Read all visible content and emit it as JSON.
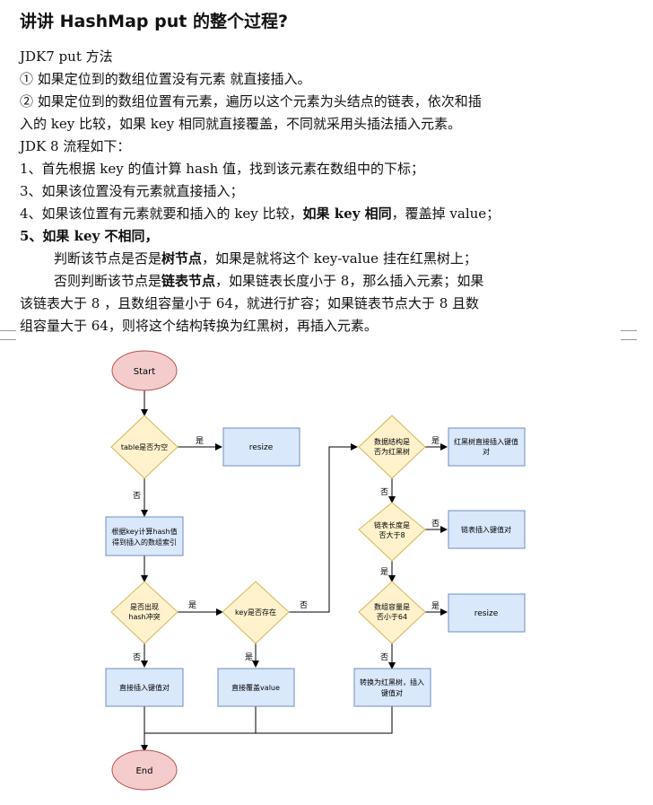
{
  "doc": {
    "title": "讲讲 HashMap put 的整个过程?",
    "lines": [
      "JDK7 put 方法",
      "① 如果定位到的数组位置没有元素 就直接插入。",
      "② 如果定位到的数组位置有元素，遍历以这个元素为头结点的链表，依次和插",
      "入的 key 比较，如果 key 相同就直接覆盖，不同就采用头插法插入元素。",
      "JDK 8 流程如下：",
      "1、首先根据 key 的值计算 hash 值，找到该元素在数组中的下标；",
      "3、如果该位置没有元素就直接插入；"
    ],
    "line4_plain": "4、如果该位置有元素就要和插入的 key 比较，",
    "line4_bold": "如果 key 相同",
    "line4_tail": "，覆盖掉 value；",
    "line5": "5、如果 key 不相同，",
    "tree_pre": "判断该节点是否是",
    "tree_bold": "树节点",
    "tree_post": "，如果是就将这个 key-value 挂在红黑树上；",
    "list_pre": "否则判断该节点是",
    "list_bold": "链表节点",
    "list_post": "，如果链表长度小于 8，那么插入元素；如果",
    "list_line2": "该链表大于 8 ，且数组容量小于 64，就进行扩容；如果链表节点大于 8 且数",
    "list_line3": "组容量大于 64，则将这个结构转换为红黑树，再插入元素。"
  },
  "flow": {
    "start": "Start",
    "end": "End",
    "d_table_empty": "table是否为空",
    "p_resize_top": "resize",
    "p_hash_index": [
      "根据key计算hash值",
      "得到插入的数组索引"
    ],
    "d_collision": [
      "是否出现",
      "hash冲突"
    ],
    "d_key_exists": "key是否存在",
    "p_direct_insert": "直接插入键值对",
    "p_overwrite": "直接覆盖value",
    "d_is_tree": [
      "数据结构是",
      "否为红黑树"
    ],
    "p_tree_insert": [
      "红黑树直接插入键值",
      "对"
    ],
    "d_list_len": [
      "链表长度是",
      "否大于8"
    ],
    "p_list_insert": "链表插入键值对",
    "d_capacity": [
      "数组容量是",
      "否小于64"
    ],
    "p_resize_right": "resize",
    "p_treeify": [
      "转换为红黑树，插入",
      "键值对"
    ],
    "yes": "是",
    "no": "否"
  },
  "colors": {
    "terminal_fill": "#f4cccc",
    "terminal_stroke": "#b85450",
    "decision_fill": "#fff2cc",
    "decision_stroke": "#d6b656",
    "process_fill": "#dae8fc",
    "process_stroke": "#6c8ebf"
  }
}
